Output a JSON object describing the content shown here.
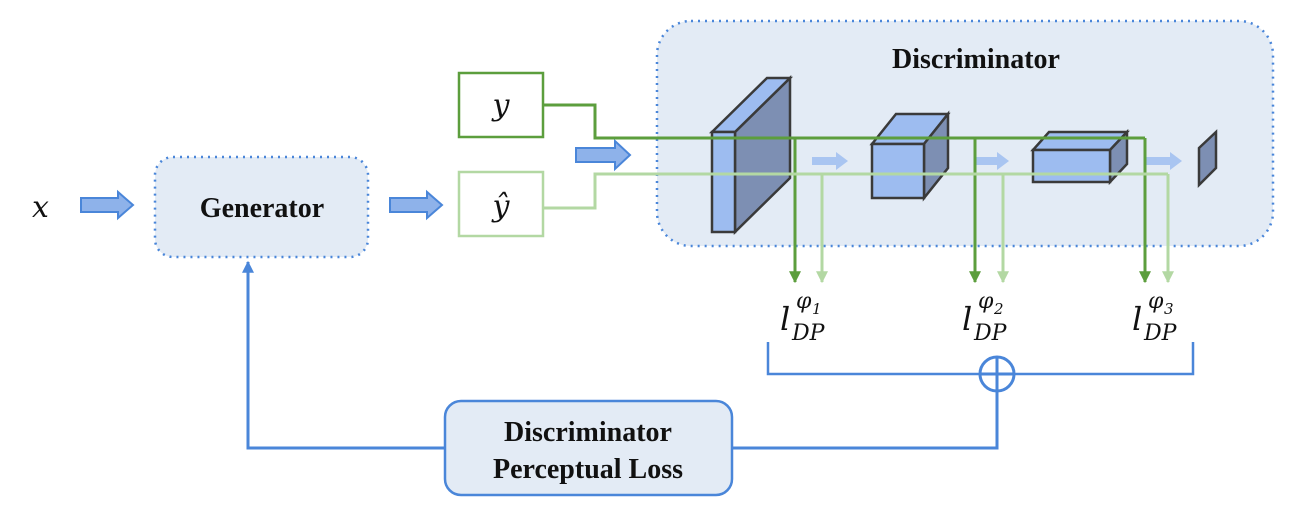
{
  "colors": {
    "blue_dark": "#4a86d9",
    "blue_box_fill": "#e3ebf5",
    "blue_arrow_fill": "#8eb2ea",
    "layer_front": "#9dbcf0",
    "layer_side": "#7d8fb3",
    "green_dark": "#5c9e3d",
    "green_light": "#b3d8a3"
  },
  "labels": {
    "input": "x",
    "generator": "Generator",
    "discriminator": "Discriminator",
    "real": "y",
    "fake": "ŷ",
    "loss_line1": "Discriminator",
    "loss_line2": "Perceptual Loss"
  },
  "losses": [
    {
      "base": "l",
      "sup_symbol": "φ",
      "sup_index": "1",
      "sub": "DP"
    },
    {
      "base": "l",
      "sup_symbol": "φ",
      "sup_index": "2",
      "sub": "DP"
    },
    {
      "base": "l",
      "sup_symbol": "φ",
      "sup_index": "3",
      "sub": "DP"
    }
  ],
  "icons": {
    "sum": "circled-plus-icon",
    "flow_arrow": "block-arrow-icon"
  }
}
